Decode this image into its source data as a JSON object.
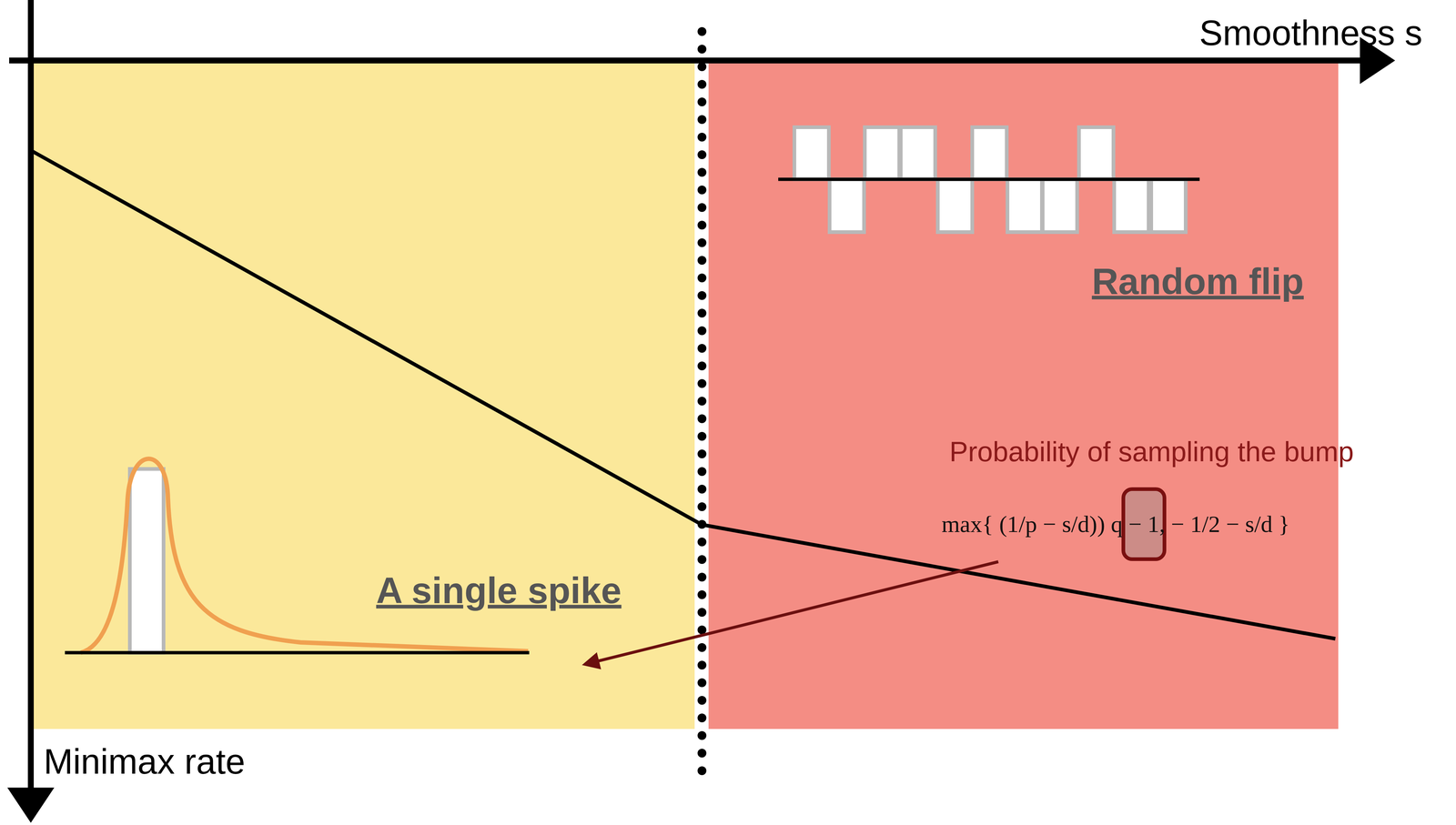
{
  "diagram": {
    "nodes": [
      {
        "text": [
          "A single spike"
        ]
      },
      {
        "text": [
          "Random flip",
          "Probability of sampling the bump",
          "max{ (1/p − s/d)) q − 1, − 1/2 − s/d }"
        ]
      }
    ],
    "labels": [
      "Smoothness s",
      "Minimax rate"
    ]
  }
}
